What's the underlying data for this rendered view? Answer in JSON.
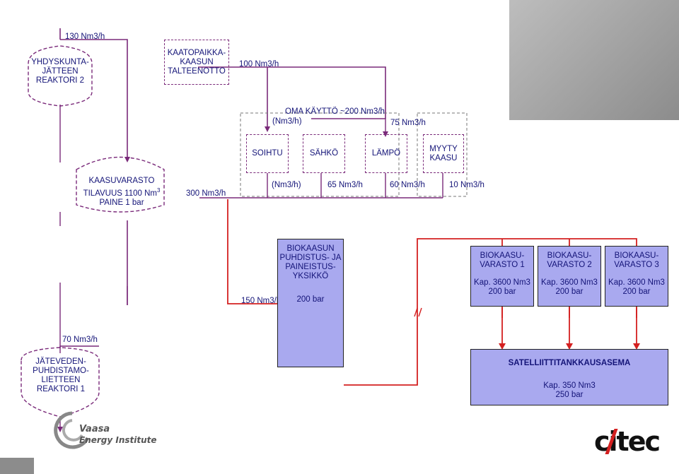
{
  "flows": {
    "f130": "130 Nm3/h",
    "f100": "100 Nm3/h",
    "oma": "OMA KÄYTTÖ ~200 Nm3/h",
    "nm3h_top": "(Nm3/h)",
    "f75": "75 Nm3/h",
    "nm3h_mid": "(Nm3/h)",
    "f65": "65 Nm3/h",
    "f60": "60 Nm3/h",
    "f10": "10 Nm3/h",
    "f300": "300 Nm3/h",
    "f150": "150 Nm3/h",
    "f70": "70 Nm3/h"
  },
  "nodes": {
    "reaktori2": [
      "YHDYSKUNTA-",
      "JÄTTEEN",
      "REAKTORI 2"
    ],
    "kaatopaikka": [
      "KAATOPAIKKA-",
      "KAASUN",
      "TALTEENOTTO"
    ],
    "soihtu": "SOIHTU",
    "sahko": "SÄHKÖ",
    "lampo": "LÄMPÖ",
    "myyty": [
      "MYYTY",
      "KAASU"
    ],
    "kaasuvarasto": [
      "KAASUVARASTO",
      "TILAVUUS 1100 Nm",
      "PAINE 1 bar"
    ],
    "kaasuvarasto_sup": "3",
    "puhdistus": [
      "BIOKAASUN",
      "PUHDISTUS- JA",
      "PAINEISTUS-",
      "YKSIKKÖ"
    ],
    "puhdistus_bar": "200 bar",
    "varasto": [
      {
        "name": [
          "BIOKAASU-",
          "VARASTO 1"
        ],
        "kap": "Kap. 3600 Nm3",
        "bar": "200 bar"
      },
      {
        "name": [
          "BIOKAASU-",
          "VARASTO 2"
        ],
        "kap": "Kap. 3600 Nm3",
        "bar": "200 bar"
      },
      {
        "name": [
          "BIOKAASU-",
          "VARASTO 3"
        ],
        "kap": "Kap. 3600 Nm3",
        "bar": "200 bar"
      }
    ],
    "satelliitti": "SATELLIITTITANKKAUSASEMA",
    "satelliitti_kap": "Kap. 350 Nm3",
    "satelliitti_bar": "250 bar",
    "reaktori1": [
      "JÄTEVEDEN-",
      "PUHDISTAMO-",
      "LIETTEEN",
      "REAKTORI 1"
    ]
  },
  "logos": {
    "vaasa_1": "Vaasa",
    "vaasa_2": "Energy Institute",
    "citec": "citec"
  },
  "colors": {
    "line": "#7a2a7a",
    "red_line": "#d42020",
    "blue_fill": "#a9a9ef",
    "text": "#141478"
  }
}
